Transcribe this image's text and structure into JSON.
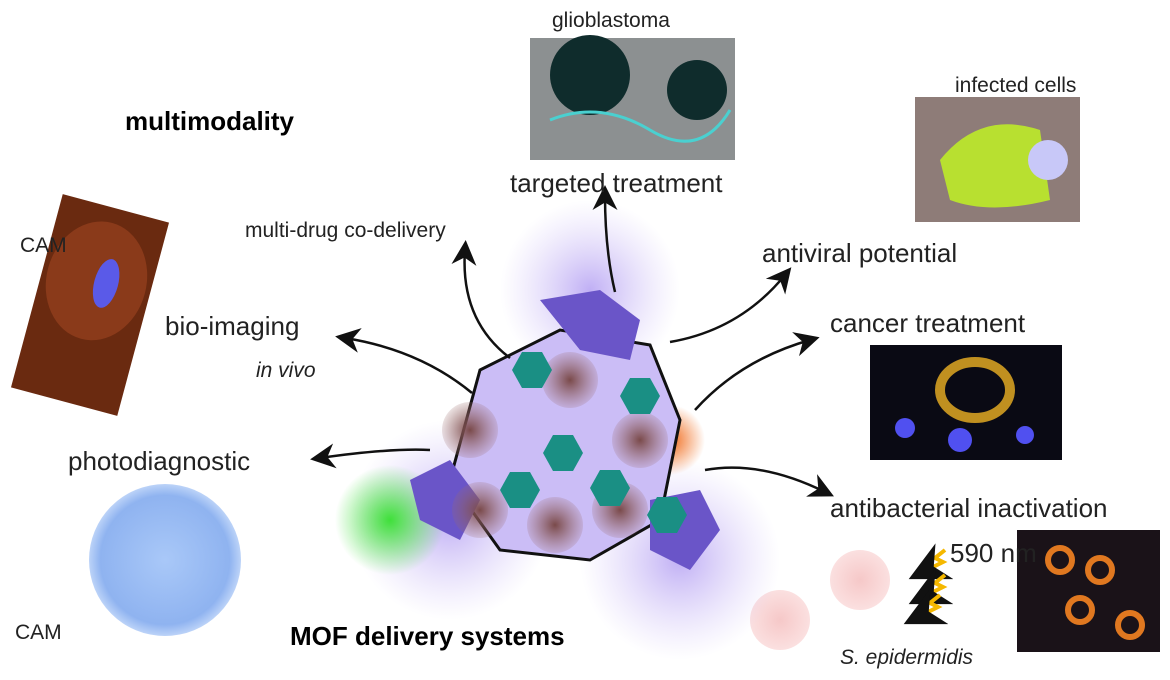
{
  "title": "multimodality",
  "center_label": "MOF delivery systems",
  "applications": {
    "glioblastoma": "glioblastoma",
    "targeted_treatment": "targeted treatment",
    "infected_cells": "infected cells",
    "multi_drug": "multi-drug co-delivery",
    "antiviral": "antiviral potential",
    "cam_top": "CAM",
    "bio_imaging": "bio-imaging",
    "in_vivo": "in vivo",
    "cancer_treatment": "cancer treatment",
    "photodiagnostic": "photodiagnostic",
    "antibacterial": "antibacterial inactivation",
    "wavelength": "590 nm",
    "cam_bottom": "CAM",
    "bacterium": "S. epidermidis"
  },
  "colors": {
    "linker_purple": "#6a55c8",
    "light_purple": "#b7a8f2",
    "teal_hex": "#1a8f84",
    "glow_green": "#4fe04a",
    "glow_orange": "#f07a2a",
    "arrow": "#111111"
  }
}
